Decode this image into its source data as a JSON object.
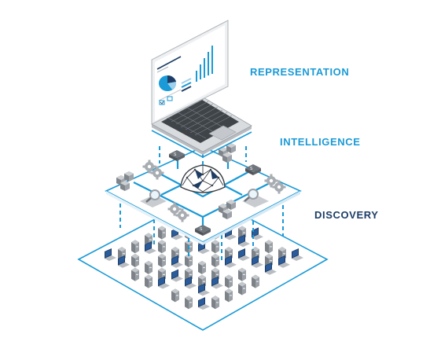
{
  "layers": {
    "representation": "REPRESENTATION",
    "intelligence": "INTELLIGENCE",
    "discovery": "DISCOVERY"
  },
  "colors": {
    "representation": "#1a9ad6",
    "intelligence": "#1a9ad6",
    "discovery": "#1d3d66",
    "accent": "#1a9ad6",
    "navy": "#1d3d66",
    "device_gray": "#8f949a"
  },
  "icons": {
    "laptop": "laptop-icon",
    "brain": "network-brain-icon",
    "gears": "gears-icon",
    "magnifier": "magnifier-icon",
    "server": "server-icon",
    "cube": "cube-cluster-icon",
    "device_laptop": "device-laptop-icon"
  }
}
